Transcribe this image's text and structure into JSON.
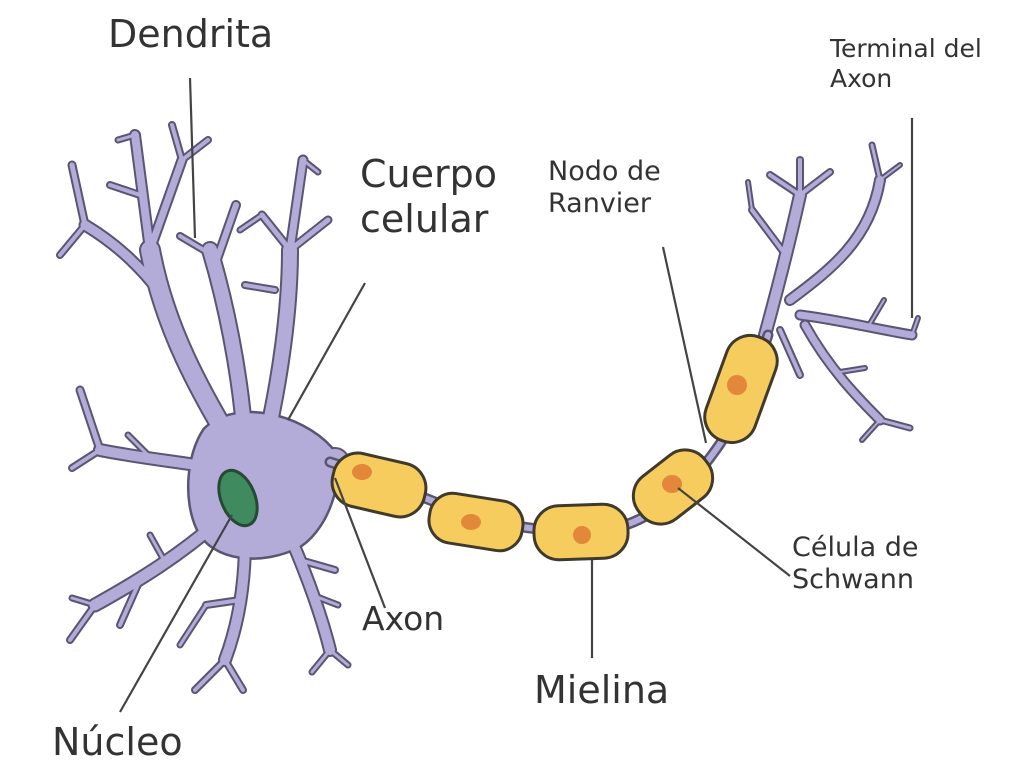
{
  "labels": {
    "dendrita": "Dendrita",
    "cuerpo_celular": [
      "Cuerpo",
      "celular"
    ],
    "nodo_ranvier": [
      "Nodo de",
      "Ranvier"
    ],
    "terminal_axon": [
      "Terminal del",
      "Axon"
    ],
    "celula_schwann": [
      "Célula de",
      "Schwann"
    ],
    "mielina": "Mielina",
    "axon": "Axon",
    "nucleo": "Núcleo"
  },
  "colors": {
    "neuron_fill": "#b3abd8",
    "neuron_stroke": "#5b5472",
    "myelin_fill": "#f6cc5f",
    "myelin_stroke": "#3f3a2a",
    "schwann_nucleus": "#e3873a",
    "cell_nucleus_fill": "#3f8a5e",
    "cell_nucleus_stroke": "#254a33",
    "leader_line": "#444444",
    "label_text": "#333333"
  }
}
